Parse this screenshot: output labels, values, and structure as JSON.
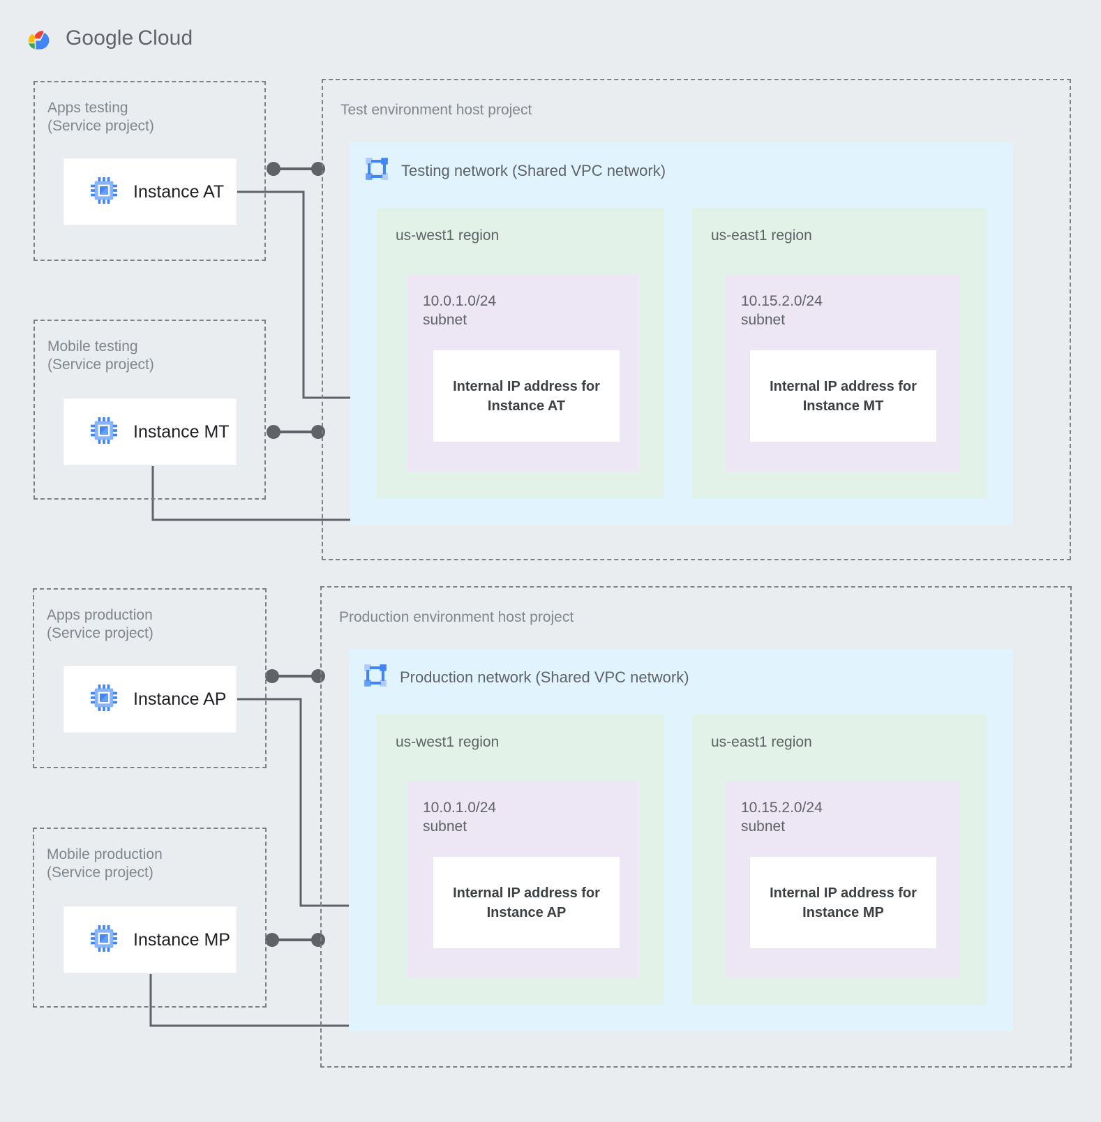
{
  "brand": {
    "name_part1": "Google",
    "name_part2": "Cloud",
    "logo_icon": "google-cloud-logo-icon",
    "colors": {
      "red": "#EA4335",
      "yellow": "#FBBC05",
      "green": "#34A853",
      "blue": "#4285F4",
      "page_bg": "#eaedef",
      "vpc_bg": "#e1f3fd",
      "region_bg": "#e2f2e9",
      "subnet_bg": "#ede6f4",
      "card_bg": "#ffffff",
      "connector": "#5f6368",
      "dashed_border": "#7b8084",
      "label_text": "#80868b",
      "icon_blue": "#4285F4",
      "icon_blue_light": "#8ab4f8"
    }
  },
  "service_projects": [
    {
      "id": "apps-testing",
      "label": "Apps testing\n(Service project)",
      "instance": {
        "name": "Instance AT",
        "icon": "compute-instance-icon"
      }
    },
    {
      "id": "mobile-testing",
      "label": "Mobile testing\n(Service project)",
      "instance": {
        "name": "Instance MT",
        "icon": "compute-instance-icon"
      }
    },
    {
      "id": "apps-production",
      "label": "Apps production\n(Service project)",
      "instance": {
        "name": "Instance AP",
        "icon": "compute-instance-icon"
      }
    },
    {
      "id": "mobile-production",
      "label": "Mobile production\n(Service project)",
      "instance": {
        "name": "Instance MP",
        "icon": "compute-instance-icon"
      }
    }
  ],
  "host_projects": [
    {
      "id": "test-env",
      "label": "Test environment host project",
      "network": {
        "title": "Testing network (Shared VPC network)",
        "icon": "vpc-network-icon"
      },
      "regions": [
        {
          "name": "us-west1 region",
          "subnet": "10.0.1.0/24\nsubnet",
          "ip_box": "Internal IP address for\nInstance AT"
        },
        {
          "name": "us-east1 region",
          "subnet": "10.15.2.0/24\nsubnet",
          "ip_box": "Internal IP address for\nInstance MT"
        }
      ]
    },
    {
      "id": "prod-env",
      "label": "Production environment host project",
      "network": {
        "title": "Production network (Shared VPC network)",
        "icon": "vpc-network-icon"
      },
      "regions": [
        {
          "name": "us-west1 region",
          "subnet": "10.0.1.0/24\nsubnet",
          "ip_box": "Internal IP address for\nInstance AP"
        },
        {
          "name": "us-east1 region",
          "subnet": "10.15.2.0/24\nsubnet",
          "ip_box": "Internal IP address for\nInstance MP"
        }
      ]
    }
  ],
  "connectors": {
    "attachment_icon": "dumbbell-connector-icon",
    "links": [
      {
        "from": "Instance AT",
        "to": "Internal IP address for Instance AT"
      },
      {
        "from": "Instance MT",
        "to": "Internal IP address for Instance MT"
      },
      {
        "from": "Instance AP",
        "to": "Internal IP address for Instance AP"
      },
      {
        "from": "Instance MP",
        "to": "Internal IP address for Instance MP"
      }
    ]
  }
}
